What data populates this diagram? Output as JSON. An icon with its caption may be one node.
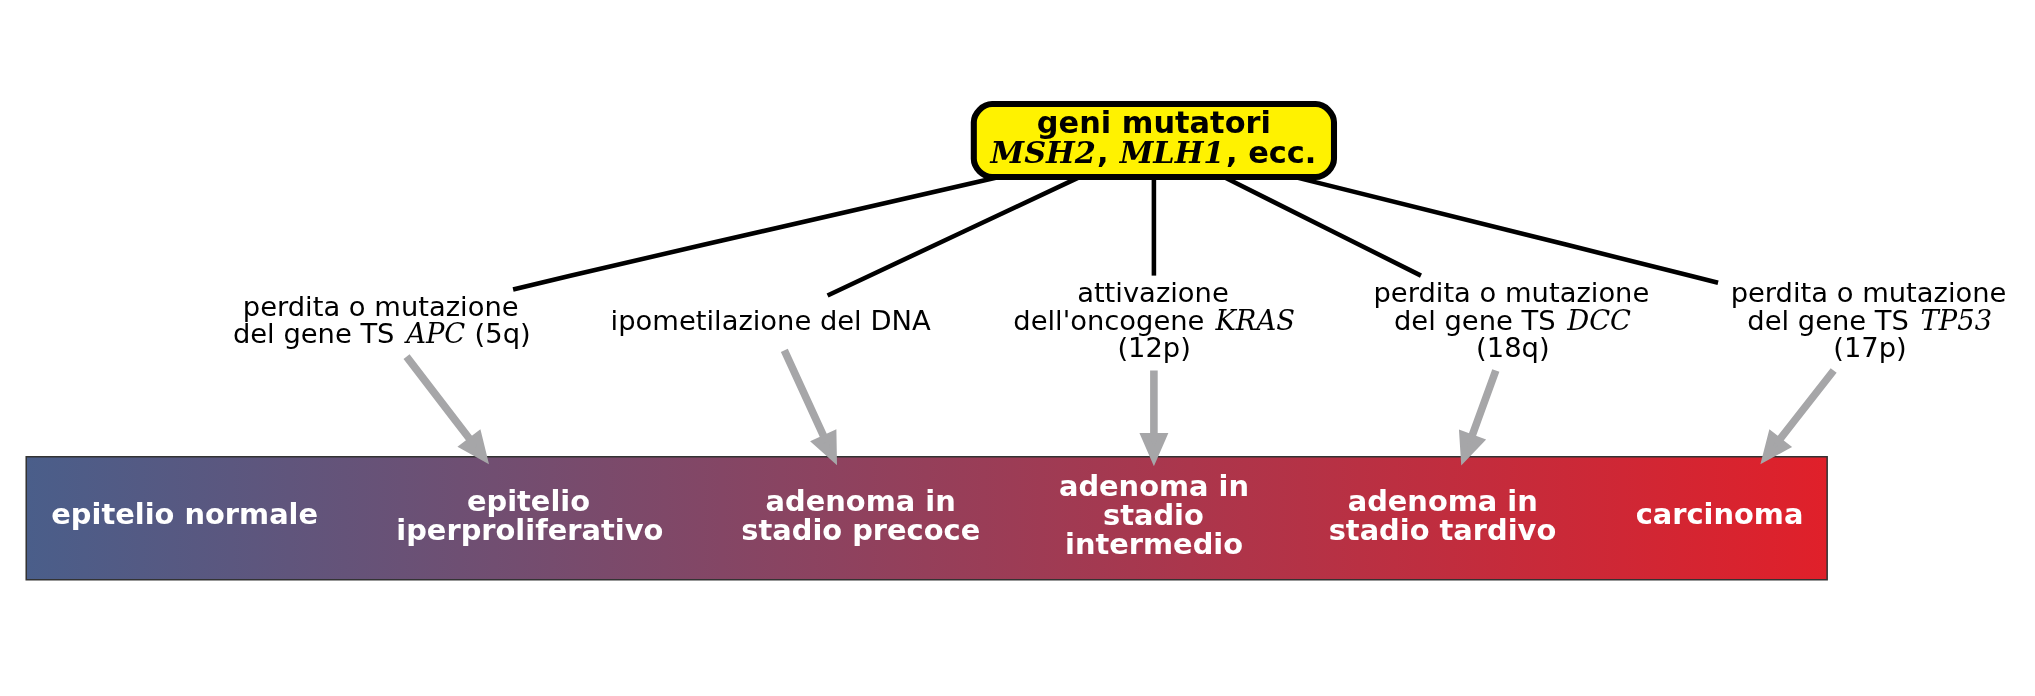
{
  "diagram": {
    "nodes": [
      {
        "text": [
          "geni mutatori",
          "*MSH2*, *MLH1*, ecc."
        ]
      },
      {
        "text": [
          "perdita o mutazione del gene TS *APC* (5q)"
        ]
      },
      {
        "text": [
          "ipometilazione del DNA"
        ]
      },
      {
        "text": [
          "attivazione dell'oncogene *KRAS* (12p)"
        ]
      },
      {
        "text": [
          "perdita o mutazione del gene TS *DCC* (18q)"
        ]
      },
      {
        "text": [
          "perdita o mutazione del gene TS *TP53* (17p)"
        ]
      },
      {
        "text": [],
        "shape": "arrow"
      },
      {
        "text": [
          "epitelio normale"
        ],
        "in": 6
      },
      {
        "text": [
          "epitelio iperproliferativo"
        ],
        "in": 6
      },
      {
        "text": [
          "adenoma in stadio precoce"
        ],
        "in": 6
      },
      {
        "text": [
          "adenoma in stadio intermedio"
        ],
        "in": 6
      },
      {
        "text": [
          "adenoma in stadio tardivo"
        ],
        "in": 6
      },
      {
        "text": [
          "carcinoma"
        ],
        "in": 6
      }
    ],
    "edges": [
      {
        "from": 0,
        "to": 1,
        "arrow": "none"
      },
      {
        "from": 0,
        "to": 2,
        "arrow": "none"
      },
      {
        "from": 0,
        "to": 3,
        "arrow": "none"
      },
      {
        "from": 0,
        "to": 4,
        "arrow": "none"
      },
      {
        "from": 0,
        "to": 5,
        "arrow": "none"
      },
      {
        "from": 1,
        "to": 6,
        "arrow": "to",
        "color": "#a6a6a8"
      },
      {
        "from": 2,
        "to": 6,
        "arrow": "to",
        "color": "#a6a6a8"
      },
      {
        "from": 3,
        "to": 6,
        "arrow": "to",
        "color": "#a6a6a8"
      },
      {
        "from": 4,
        "to": 6,
        "arrow": "to",
        "color": "#a6a6a8"
      },
      {
        "from": 5,
        "to": 6,
        "arrow": "to",
        "color": "#a6a6a8"
      }
    ]
  }
}
